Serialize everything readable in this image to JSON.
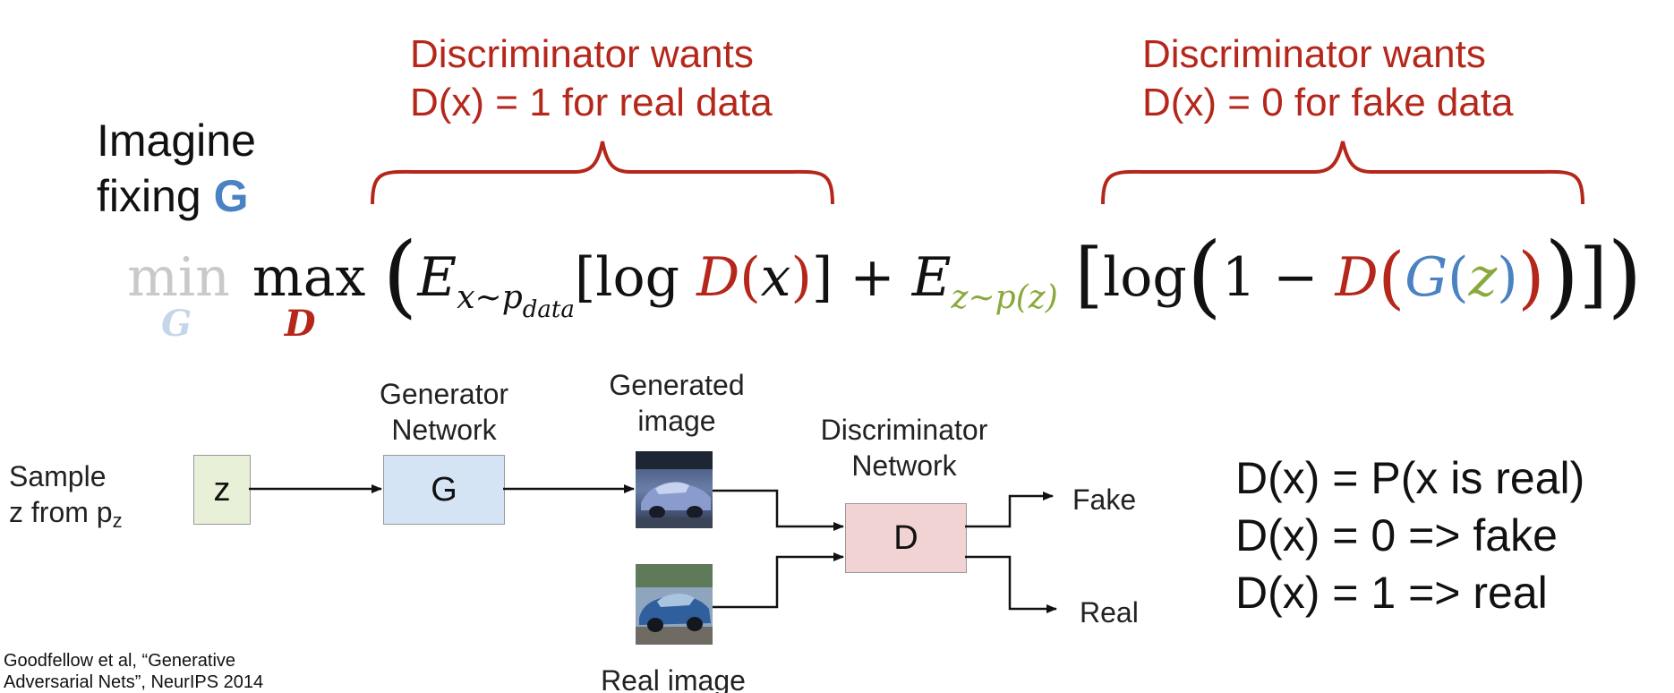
{
  "callouts": {
    "real": [
      "Discriminator wants",
      "D(x) = 1 for real data"
    ],
    "fake": [
      "Discriminator wants",
      "D(x) = 0 for fake data"
    ]
  },
  "imagine": {
    "line1": "Imagine",
    "line2_prefix": "fixing ",
    "line2_highlight": "G"
  },
  "formula": {
    "min": "min",
    "min_sub": "G",
    "max": "max",
    "max_sub": "D",
    "e1": "E",
    "e1_sub": "x∼p",
    "e1_subsub": "data",
    "log1": "log",
    "D": "D",
    "x": "x",
    "plus": "+",
    "e2": "E",
    "e2_sub": "z∼p(z)",
    "log2": "log",
    "one_minus": "1 −",
    "G": "G",
    "z": "z"
  },
  "diagram": {
    "sample_label": [
      "Sample",
      "z from p"
    ],
    "sample_sub": "z",
    "z_box": "z",
    "generator_label": [
      "Generator",
      "Network"
    ],
    "g_box": "G",
    "generated_label": [
      "Generated",
      "image"
    ],
    "discriminator_label": [
      "Discriminator",
      "Network"
    ],
    "d_box": "D",
    "out_fake": "Fake",
    "out_real": "Real",
    "real_image_label": "Real image"
  },
  "definitions": [
    "D(x) = P(x is real)",
    "D(x) = 0 => fake",
    "D(x) = 1 => real"
  ],
  "citation": [
    "Goodfellow et al, “Generative",
    "Adversarial Nets”, NeurIPS 2014"
  ],
  "colors": {
    "red": "#b5271b",
    "blue": "#4a82c2",
    "green": "#8aa83c",
    "faded": "#c9c9c9",
    "faded_blue": "#c6d6ea",
    "z_box_fill": "#e8f0d8",
    "g_box_fill": "#d5e4f4",
    "d_box_fill": "#f2d3d3"
  }
}
